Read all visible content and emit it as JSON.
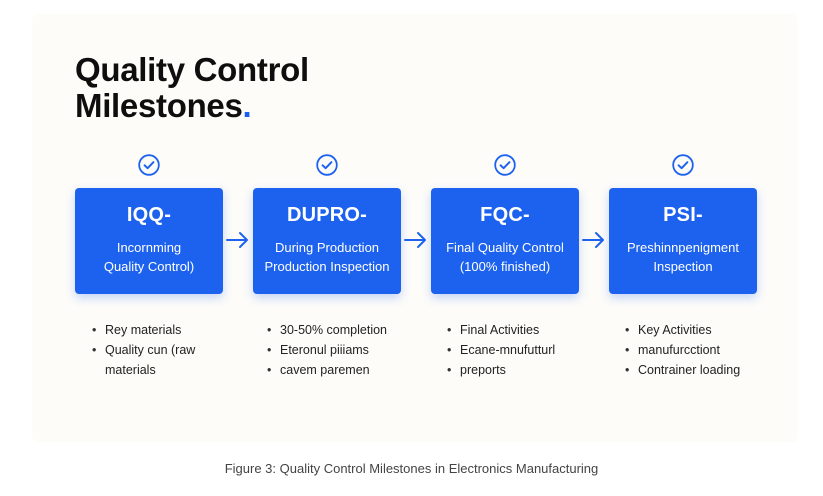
{
  "colors": {
    "accent": "#1d62ef",
    "text": "#0e0e0e",
    "caption": "#444444"
  },
  "title": {
    "line1": "Quality Control",
    "line2": "Milestones",
    "dot": "."
  },
  "icons": {
    "check": "check-circle-icon",
    "arrow": "arrow-right-icon"
  },
  "stages": [
    {
      "code": "IQQ-",
      "desc1": "Incornming",
      "desc2": "Quality Control)",
      "bullets": [
        {
          "text": "Rey  materials",
          "bullet": true
        },
        {
          "text": "Quality cun (raw",
          "bullet": true
        },
        {
          "text": "materials",
          "bullet": false
        }
      ]
    },
    {
      "code": "DUPRO-",
      "desc1": "During Production",
      "desc2": "Production Inspection",
      "bullets": [
        {
          "text": "30-50% completion",
          "bullet": true
        },
        {
          "text": "Eteronul piiiams",
          "bullet": true
        },
        {
          "text": "cavem paremen",
          "bullet": true
        }
      ]
    },
    {
      "code": "FQC-",
      "desc1": "Final Quality Control",
      "desc2": "(100% finished)",
      "bullets": [
        {
          "text": "Final Activities",
          "bullet": true
        },
        {
          "text": "Ecane-mnufutturl",
          "bullet": true
        },
        {
          "text": "preports",
          "bullet": true
        }
      ]
    },
    {
      "code": "PSI-",
      "desc1": "Preshinnpenigment",
      "desc2": "Inspection",
      "bullets": [
        {
          "text": "Key Activities",
          "bullet": true
        },
        {
          "text": "manufurcctiont",
          "bullet": true
        },
        {
          "text": "Contrainer loading",
          "bullet": true
        }
      ]
    }
  ],
  "caption": "Figure 3: Quality Control Milestones in Electronics Manufacturing"
}
